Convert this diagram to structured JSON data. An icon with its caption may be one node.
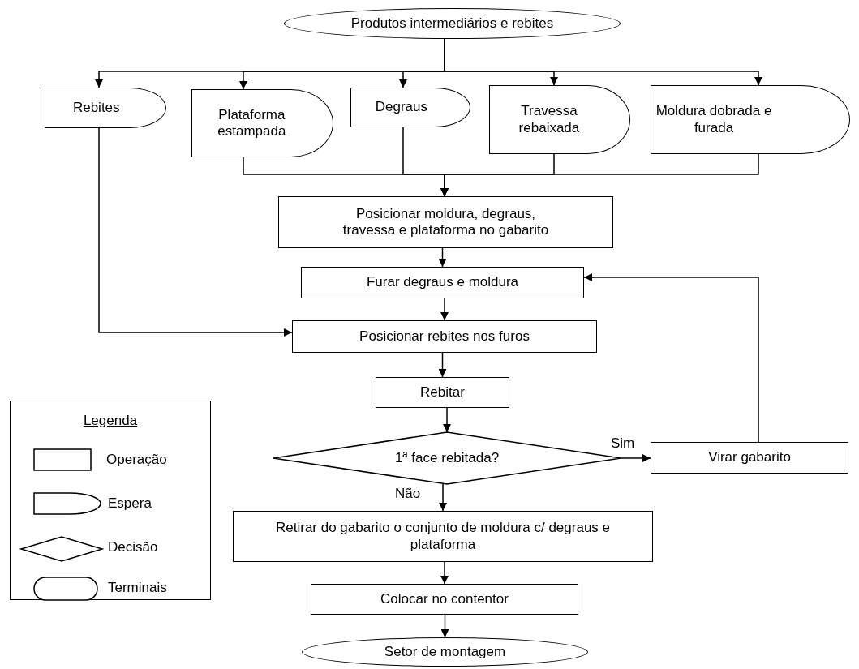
{
  "diagram": {
    "nodes": [
      {
        "text": [
          "Produtos intermediários e rebites"
        ]
      },
      {
        "text": [
          "Rebites"
        ]
      },
      {
        "text": [
          "Plataforma estampada"
        ]
      },
      {
        "text": [
          "Degraus"
        ]
      },
      {
        "text": [
          "Travessa rebaixada"
        ]
      },
      {
        "text": [
          "Moldura dobrada e furada"
        ]
      },
      {
        "text": [
          "Posicionar moldura, degraus, travessa e plataforma no gabarito"
        ]
      },
      {
        "text": [
          "Furar degraus e moldura"
        ]
      },
      {
        "text": [
          "Posicionar rebites nos furos"
        ]
      },
      {
        "text": [
          "Rebitar"
        ]
      },
      {
        "text": [
          "1ª face rebitada?"
        ]
      },
      {
        "text": [
          "Virar gabarito"
        ]
      },
      {
        "text": [
          "Retirar do gabarito o conjunto de moldura c/ degraus e plataforma"
        ]
      },
      {
        "text": [
          "Colocar no contentor"
        ]
      },
      {
        "text": [
          "Setor de montagem"
        ]
      }
    ],
    "edges": [
      {
        "from": 0,
        "to": 1,
        "arrow": "to"
      },
      {
        "from": 0,
        "to": 2,
        "arrow": "to"
      },
      {
        "from": 0,
        "to": 3,
        "arrow": "to"
      },
      {
        "from": 0,
        "to": 4,
        "arrow": "to"
      },
      {
        "from": 0,
        "to": 5,
        "arrow": "to"
      },
      {
        "from": 2,
        "to": 6,
        "arrow": "to"
      },
      {
        "from": 3,
        "to": 6,
        "arrow": "to"
      },
      {
        "from": 4,
        "to": 6,
        "arrow": "to"
      },
      {
        "from": 5,
        "to": 6,
        "arrow": "to"
      },
      {
        "from": 1,
        "to": 8,
        "arrow": "to"
      },
      {
        "from": 6,
        "to": 7,
        "arrow": "to"
      },
      {
        "from": 7,
        "to": 8,
        "arrow": "to"
      },
      {
        "from": 8,
        "to": 9,
        "arrow": "to"
      },
      {
        "from": 9,
        "to": 10,
        "arrow": "to"
      },
      {
        "from": 10,
        "to": 11,
        "arrow": "to",
        "label": "Sim"
      },
      {
        "from": 10,
        "to": 12,
        "arrow": "to",
        "label": "Não"
      },
      {
        "from": 11,
        "to": 7,
        "arrow": "to"
      },
      {
        "from": 12,
        "to": 13,
        "arrow": "to"
      },
      {
        "from": 13,
        "to": 14,
        "arrow": "to"
      }
    ],
    "labels": [
      "Legenda"
    ],
    "legend": [
      {
        "text": "Operação"
      },
      {
        "text": "Espera"
      },
      {
        "text": "Decisão"
      },
      {
        "text": "Terminais"
      }
    ]
  }
}
